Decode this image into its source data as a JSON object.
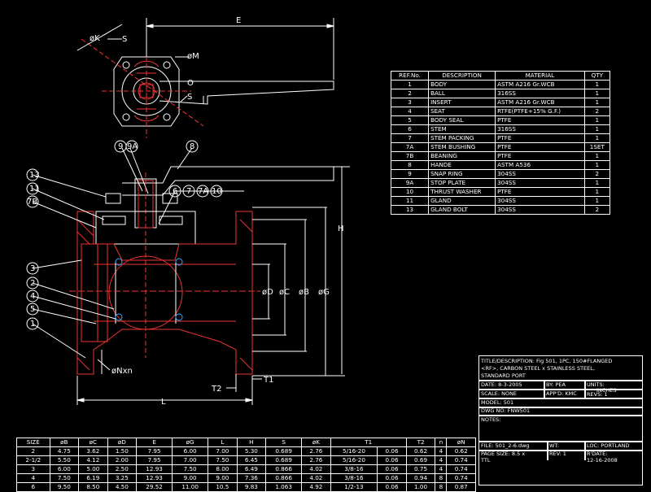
{
  "drawing": {
    "dim_E": "E",
    "dim_K": "øK",
    "dim_S": "S",
    "dim_M": "øM",
    "dim_O": "O",
    "dim_S2": "S",
    "dim_H": "H",
    "dim_D": "øD",
    "dim_C": "øC",
    "dim_B": "øB",
    "dim_G": "øG",
    "dim_N": "øNxn",
    "dim_T1": "T1",
    "dim_T2": "T2",
    "dim_L": "L",
    "callouts_left": [
      "13",
      "11",
      "7B",
      "3",
      "2",
      "4",
      "5",
      "1"
    ],
    "callouts_top": [
      "9",
      "9A",
      "8",
      "6",
      "7",
      "7A",
      "10"
    ]
  },
  "bom": {
    "headers": [
      "REF.No.",
      "DESCRIPTION",
      "MATERIAL",
      "QTY"
    ],
    "rows": [
      [
        "1",
        "BODY",
        "ASTM A216 Gr.WCB",
        "1"
      ],
      [
        "2",
        "BALL",
        "316SS",
        "1"
      ],
      [
        "3",
        "INSERT",
        "ASTM A216 Gr.WCB",
        "1"
      ],
      [
        "4",
        "SEAT",
        "RTFE(PTFE+15% G.F.)",
        "2"
      ],
      [
        "5",
        "BODY SEAL",
        "PTFE",
        "1"
      ],
      [
        "6",
        "STEM",
        "316SS",
        "1"
      ],
      [
        "7",
        "STEM PACKING",
        "PTFE",
        "1"
      ],
      [
        "7A",
        "STEM BUSHING",
        "PTFE",
        "1SET"
      ],
      [
        "7B",
        "BEANING",
        "PTFE",
        "1"
      ],
      [
        "8",
        "HANDE",
        "ASTM A536",
        "1"
      ],
      [
        "9",
        "SNAP RING",
        "304SS",
        "2"
      ],
      [
        "9A",
        "STOP PLATE",
        "304SS",
        "1"
      ],
      [
        "10",
        "THRUST WASHER",
        "PTFE",
        "1"
      ],
      [
        "11",
        "GLAND",
        "304SS",
        "1"
      ],
      [
        "13",
        "GLAND BOLT",
        "304SS",
        "2"
      ]
    ]
  },
  "dims": {
    "headers": [
      "SIZE",
      "øB",
      "øC",
      "øD",
      "E",
      "øG",
      "L",
      "H",
      "S",
      "øK",
      "T1",
      "T2",
      "n",
      "øN"
    ],
    "rows": [
      [
        "2",
        "4.75",
        "3.62",
        "1.50",
        "7.95",
        "6.00",
        "7.00",
        "5.30",
        "0.689",
        "2.76",
        "5/16-20",
        "0.06",
        "0.62",
        "4",
        "0.62"
      ],
      [
        "2-1/2",
        "5.50",
        "4.12",
        "2.00",
        "7.95",
        "7.00",
        "7.50",
        "6.45",
        "0.689",
        "2.76",
        "5/16-20",
        "0.06",
        "0.69",
        "4",
        "0.74"
      ],
      [
        "3",
        "6.00",
        "5.00",
        "2.50",
        "12.93",
        "7.50",
        "8.00",
        "6.49",
        "0.866",
        "4.02",
        "3/8-16",
        "0.06",
        "0.75",
        "4",
        "0.74"
      ],
      [
        "4",
        "7.50",
        "6.19",
        "3.25",
        "12.93",
        "9.00",
        "9.00",
        "7.36",
        "0.866",
        "4.02",
        "3/8-16",
        "0.06",
        "0.94",
        "8",
        "0.74"
      ],
      [
        "6",
        "9.50",
        "8.50",
        "4.50",
        "29.52",
        "11.00",
        "10.5",
        "9.83",
        "1.063",
        "4.92",
        "1/2-13",
        "0.06",
        "1.00",
        "8",
        "0.87"
      ]
    ]
  },
  "titleblock": {
    "title": "TITLE/DESCRIPTION: Fig 501, 1PC, 150#FLANGED",
    "title2": "<RF>, CARBON STEEL x STAINLESS STEEL,",
    "title3": "STANDARD PORT",
    "date": "DATE:  8-3-2005",
    "by": "BY:  PEA",
    "units": "UNITS:",
    "units2": "INCHES",
    "scale": "SCALE:  NONE",
    "appd": "APP'D:  KMC",
    "revs": "REVS:  1",
    "model": "MODEL:  501",
    "dwg": "DWG NO:  FNW501",
    "notes": "NOTES:",
    "file": "FILE:  501_2-6.dwg",
    "wt": "WT:",
    "loc": "LOC:  PORTLAND",
    "pagesize": "PAGE SIZE:  8.5 x",
    "rev": "REV:  1",
    "rdate": "R'DATE:",
    "ttl": "TTL",
    "rdate_val": "12-16-2008"
  }
}
